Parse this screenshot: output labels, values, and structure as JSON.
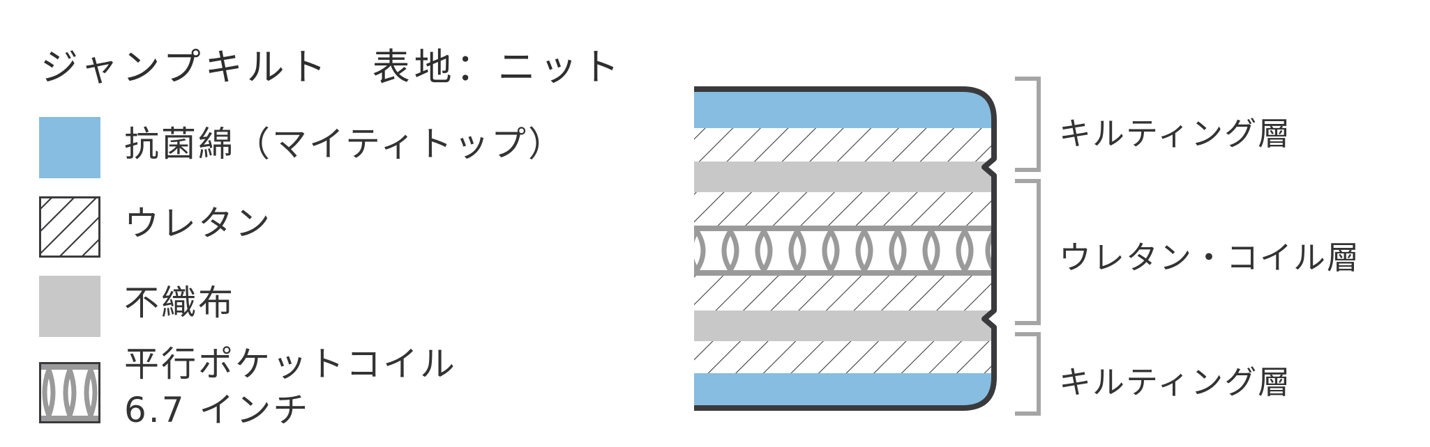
{
  "title": "ジャンプキルト　表地：ニット",
  "legend": [
    {
      "label": "抗菌綿（マイティトップ）",
      "swatch": "blue"
    },
    {
      "label": "ウレタン",
      "swatch": "hatch"
    },
    {
      "label": "不織布",
      "swatch": "gray"
    },
    {
      "label": "平行ポケットコイル",
      "label2": "6.7 インチ",
      "swatch": "coil"
    }
  ],
  "layers": [
    {
      "label": "キルティング層"
    },
    {
      "label": "ウレタン・コイル層"
    },
    {
      "label": "キルティング層"
    }
  ],
  "colors": {
    "blue": "#86bde0",
    "gray": "#c8c8c8",
    "outline": "#3a3a3c",
    "coil": "#9a9a9a",
    "bracket": "#a5a5a5"
  }
}
